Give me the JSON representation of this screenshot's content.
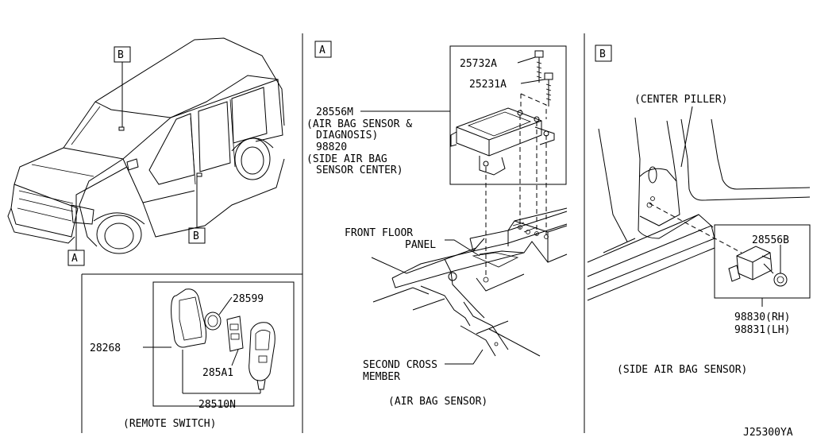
{
  "panels": {
    "overview": {
      "callout_b_top": "B",
      "callout_b_bottom": "B",
      "callout_a": "A"
    },
    "remote": {
      "part_28599": "28599",
      "part_28268": "28268",
      "part_285A1": "285A1",
      "part_28510N": "28510N",
      "caption": "(REMOTE SWITCH)"
    },
    "a": {
      "box_label": "A",
      "part_25732A": "25732A",
      "part_25231A": "25231A",
      "part_28556M": "28556M",
      "desc_28556M_1": "(AIR BAG SENSOR &",
      "desc_28556M_2": "DIAGNOSIS)",
      "part_98820": "98820",
      "desc_98820_1": "(SIDE AIR BAG",
      "desc_98820_2": "SENSOR CENTER)",
      "front_floor_1": "FRONT FLOOR",
      "front_floor_2": "PANEL",
      "second_cross_1": "SECOND CROSS",
      "second_cross_2": "MEMBER",
      "caption": "(AIR BAG SENSOR)"
    },
    "b": {
      "box_label": "B",
      "center_piller": "(CENTER PILLER)",
      "part_28556B": "28556B",
      "part_98830": "98830(RH)",
      "part_98831": "98831(LH)",
      "caption": "(SIDE AIR BAG SENSOR)"
    }
  },
  "diagram_code": "J25300YA"
}
